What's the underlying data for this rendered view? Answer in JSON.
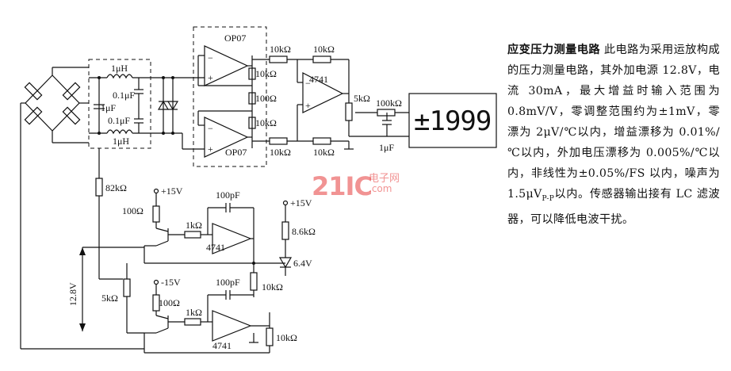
{
  "description": {
    "title": "应变压力测量电路",
    "body": "此电路为采用运放构成的压力测量电路，其外加电源 12.8V，电流 30mA，最大增益时输入范围为 0.8mV/V，零调整范围约为±1mV，零漂为 2μV/℃以内，增益漂移为 0.01%/℃以内，外加电压漂移为 0.005%/℃以内，非线性为±0.05%/FS 以内，噪声为 1.5μV",
    "subscript": "P-P",
    "tail": "以内。传感器输出接有 LC 滤波器，可以降低电波干扰。"
  },
  "watermark": {
    "brand": "21IC",
    "cn": "电子网",
    "domain": ".com"
  },
  "schematic": {
    "opamp_top": "OP07",
    "opamp_bottom": "OP07",
    "opamp_inamp": "4741",
    "opamp_ref1": "4741",
    "opamp_ref2": "4741",
    "display": "±1999",
    "labels": {
      "L1": "1μH",
      "L2": "1μH",
      "C1": "0.1μF",
      "C2": "1μF",
      "C3": "0.1μF",
      "R_t1": "10kΩ",
      "R_t2": "10kΩ",
      "R_g1": "100Ω",
      "R_t3": "10kΩ",
      "R_a1": "10kΩ",
      "R_a2": "10kΩ",
      "R_a3": "10kΩ",
      "R_a4": "10kΩ",
      "R_pot": "5kΩ",
      "R_out": "100kΩ",
      "C_out": "1μF",
      "R_82k": "82kΩ",
      "V_p1": "+15V",
      "R_100a": "100Ω",
      "C_100pa": "100pF",
      "R_1ka": "1kΩ",
      "V_p2": "+15V",
      "R_86k": "8.6kΩ",
      "Z": "6.4V",
      "R_10kz": "10kΩ",
      "V_n1": "-15V",
      "R_100b": "100Ω",
      "C_100pb": "100pF",
      "R_1kb": "1kΩ",
      "R_10kb": "10kΩ",
      "R_5k": "5kΩ",
      "V_supply": "12.8V"
    }
  }
}
